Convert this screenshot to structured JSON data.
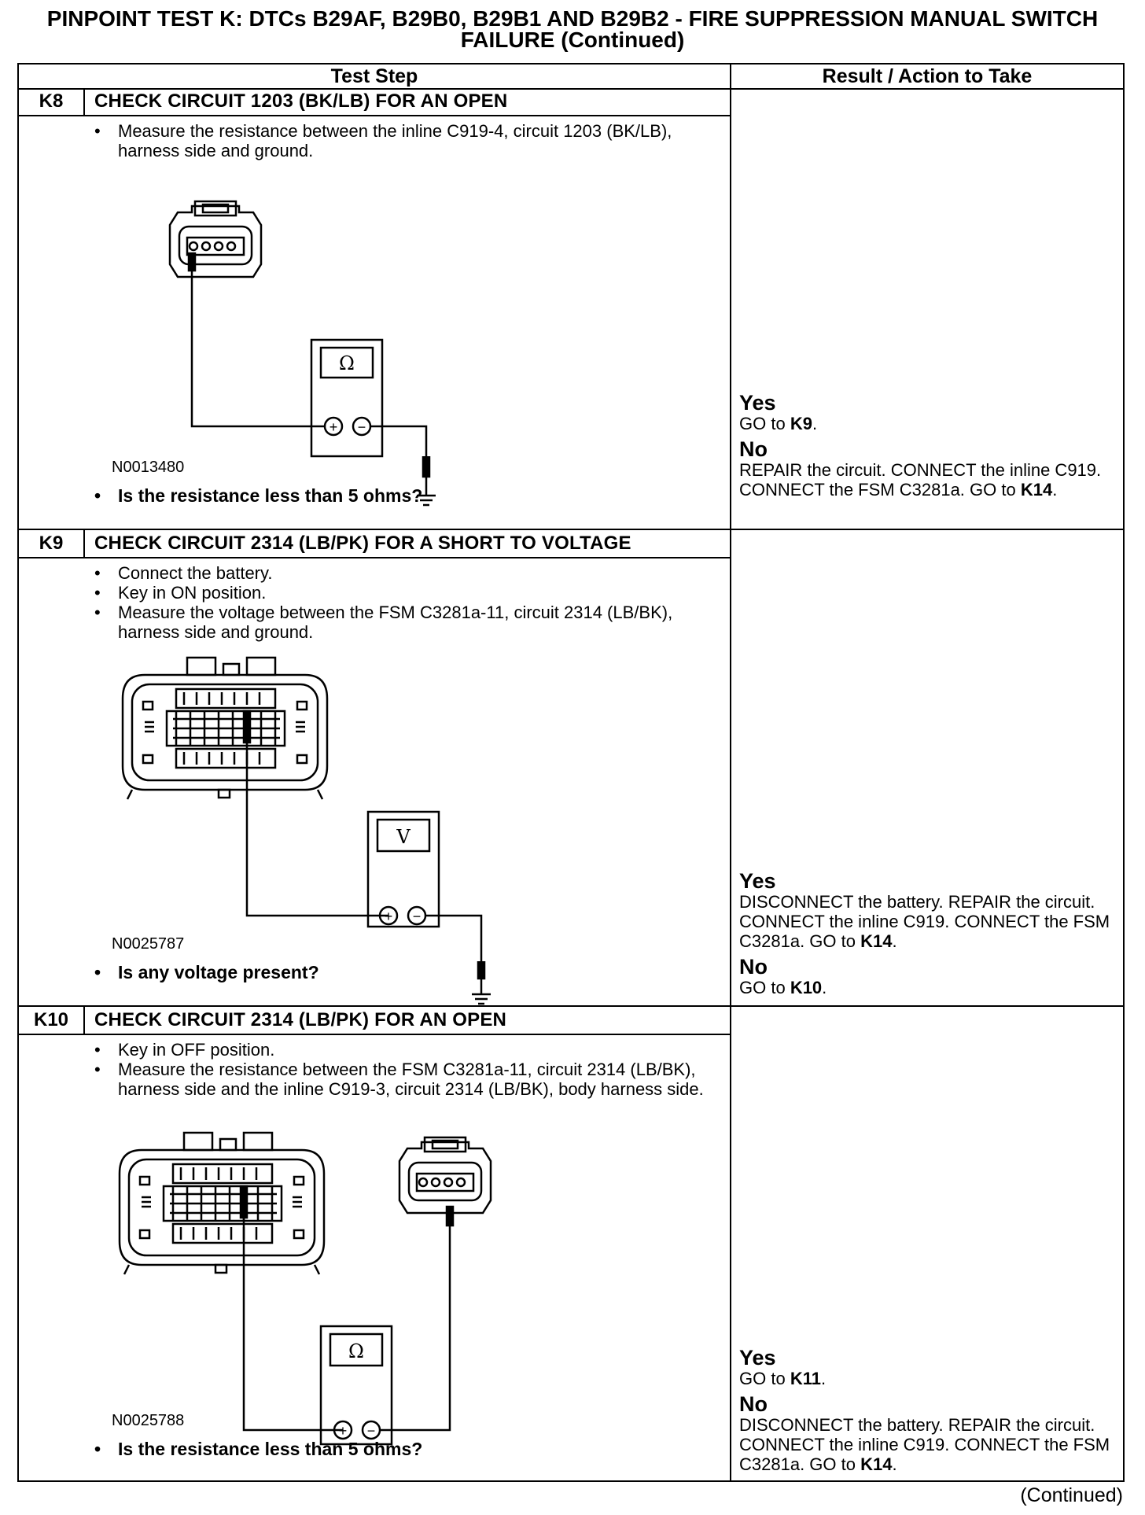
{
  "title": {
    "line1": "PINPOINT TEST  K: DTCs B29AF, B29B0, B29B1 AND B29B2 - FIRE SUPPRESSION MANUAL SWITCH",
    "line2": "FAILURE (Continued)"
  },
  "table": {
    "col_test_step": "Test Step",
    "col_result": "Result / Action to Take"
  },
  "steps": [
    {
      "num": "K8",
      "title": "CHECK CIRCUIT 1203 (BK/LB) FOR AN OPEN",
      "bullets": [
        "Measure the resistance between the inline C919-4, circuit 1203 (BK/LB), harness side and ground."
      ],
      "figure_id": "N0013480",
      "meter_symbol": "Ω",
      "question": "Is the resistance less than 5 ohms?",
      "yes_label": "Yes",
      "yes_text": "GO to",
      "yes_goto": "K9",
      "yes_end": ".",
      "no_label": "No",
      "no_text": "REPAIR the circuit. CONNECT the inline C919. CONNECT the FSM C3281a. GO to",
      "no_goto": "K14",
      "no_end": "."
    },
    {
      "num": "K9",
      "title": "CHECK CIRCUIT 2314 (LB/PK) FOR A SHORT TO VOLTAGE",
      "bullets": [
        "Connect the battery.",
        "Key in ON position.",
        "Measure the voltage between the FSM C3281a-11, circuit 2314 (LB/BK), harness side and ground."
      ],
      "figure_id": "N0025787",
      "meter_symbol": "V",
      "question": "Is any voltage present?",
      "yes_label": "Yes",
      "yes_text": "DISCONNECT the battery. REPAIR the circuit. CONNECT the inline C919. CONNECT the FSM C3281a. GO to",
      "yes_goto": "K14",
      "yes_end": ".",
      "no_label": "No",
      "no_text": "GO to",
      "no_goto": "K10",
      "no_end": "."
    },
    {
      "num": "K10",
      "title": "CHECK CIRCUIT 2314 (LB/PK) FOR AN OPEN",
      "bullets": [
        "Key in OFF position.",
        "Measure the resistance between the FSM C3281a-11, circuit 2314 (LB/BK), harness side and the inline C919-3, circuit 2314 (LB/BK), body harness side."
      ],
      "figure_id": "N0025788",
      "meter_symbol": "Ω",
      "question": "Is the resistance less than 5 ohms?",
      "yes_label": "Yes",
      "yes_text": "GO to",
      "yes_goto": "K11",
      "yes_end": ".",
      "no_label": "No",
      "no_text": "DISCONNECT the battery. REPAIR the circuit. CONNECT the inline C919. CONNECT the FSM C3281a. GO to",
      "no_goto": "K14",
      "no_end": "."
    }
  ],
  "meter_plus": "+",
  "meter_minus": "−",
  "footer": "(Continued)"
}
